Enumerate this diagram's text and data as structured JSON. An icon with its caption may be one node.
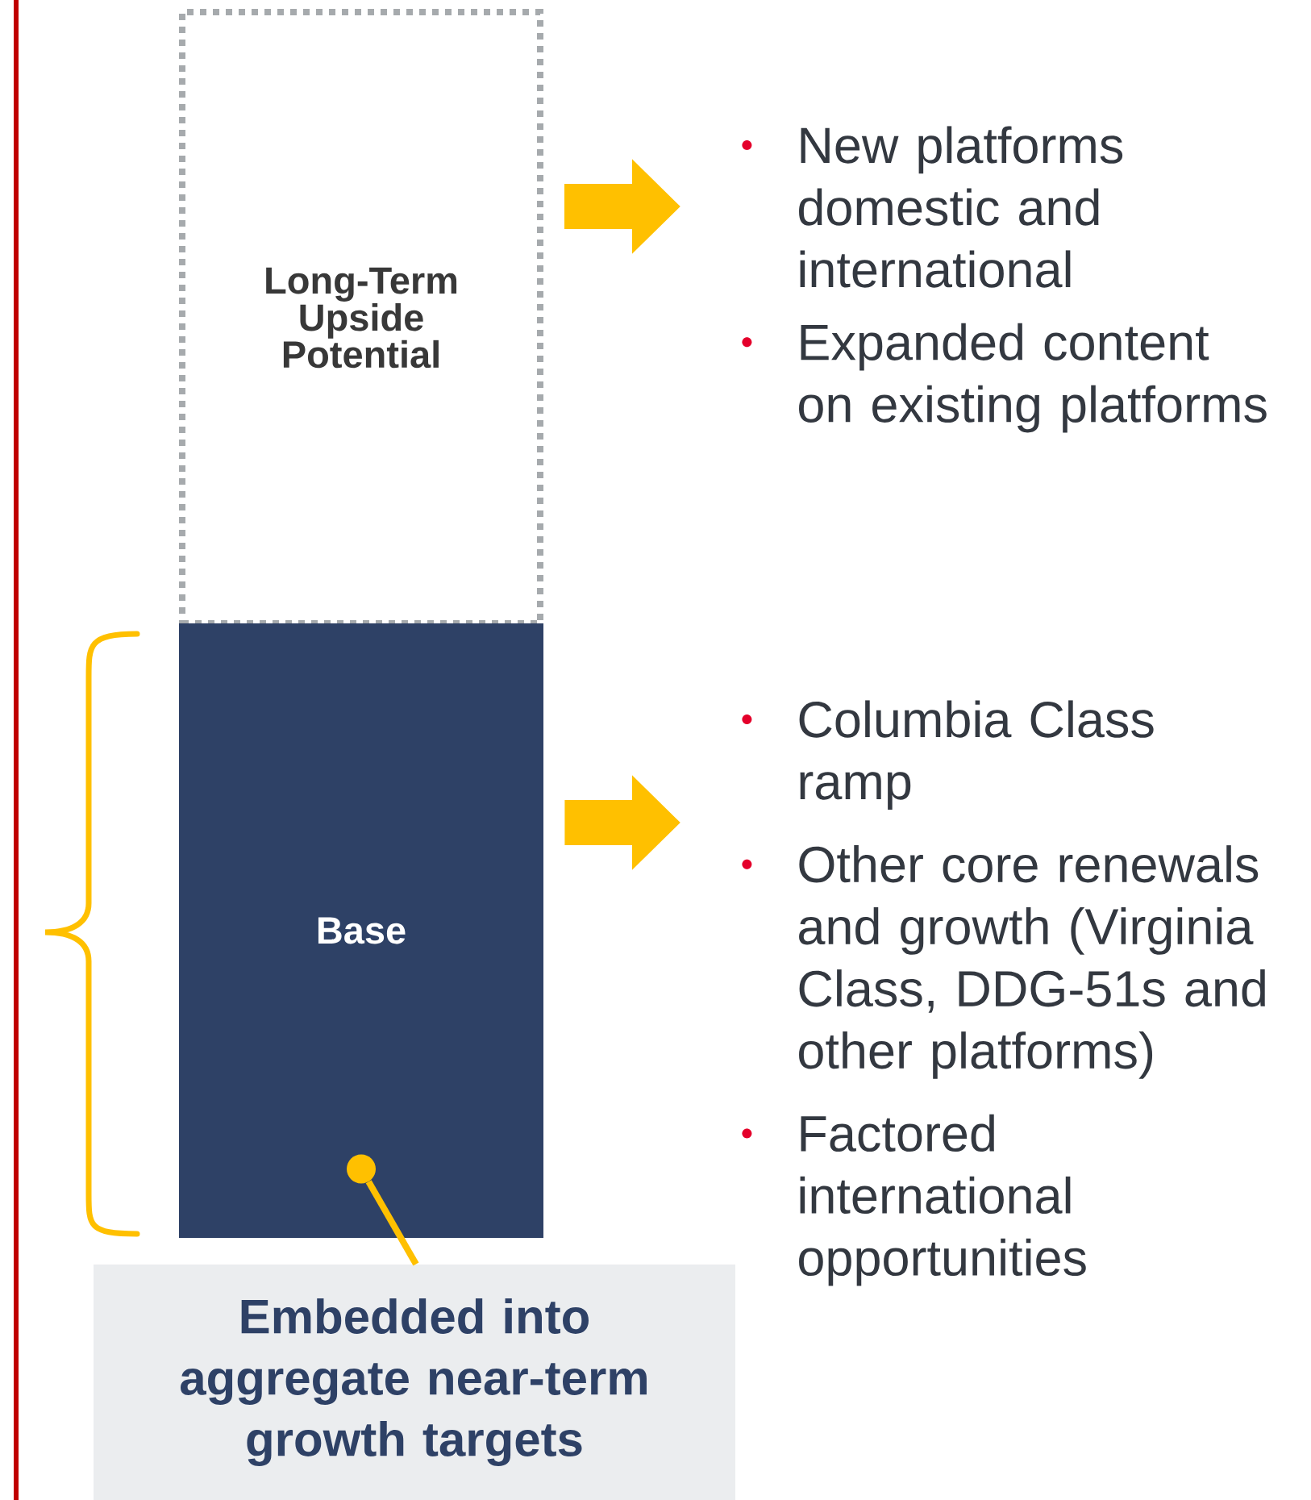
{
  "diagram": {
    "nodes": [
      {
        "text": [
          "Long-Term Upside Potential"
        ]
      },
      {
        "text": [
          "Base"
        ]
      },
      {
        "text": [
          "New platforms domestic and international",
          "Expanded content on existing platforms"
        ]
      },
      {
        "text": [
          "Columbia Class ramp",
          "Other core renewals and growth (Virginia Class, DDG-51s and other platforms)",
          "Factored international opportunities"
        ]
      },
      {
        "text": [
          "Embedded into aggregate near-term growth targets"
        ]
      },
      {
        "text": [],
        "shape": "circle",
        "in": 1
      }
    ],
    "edges": [
      {
        "from": 0,
        "to": 2,
        "arrow": "to"
      },
      {
        "from": 1,
        "to": 3,
        "arrow": "to"
      },
      {
        "from": 4,
        "to": 5,
        "arrow": "none"
      }
    ]
  }
}
